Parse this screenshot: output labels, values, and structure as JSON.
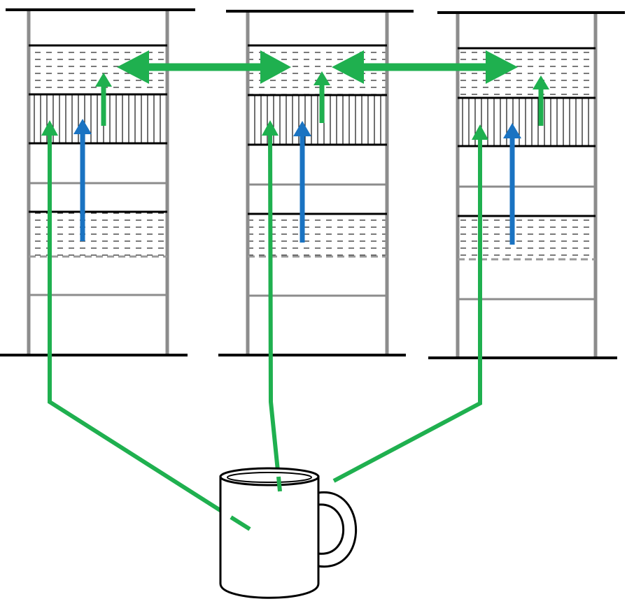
{
  "colors": {
    "background": "#ffffff",
    "frame_line": "#000000",
    "rail": "#8c8c8c",
    "green_path": "#1fb04f",
    "blue_arrow": "#1a73c2",
    "dashed_fill": "#333333",
    "hatch": "#111111",
    "cup_fill": "#ffffff"
  },
  "diagram": {
    "columns": [
      {
        "id": "column-1"
      },
      {
        "id": "column-2"
      },
      {
        "id": "column-3"
      }
    ],
    "layers_per_column": [
      "top-dashed-layer",
      "vertical-hatched-layer",
      "empty-band",
      "lower-dashed-layer",
      "bottom-empty-band"
    ],
    "connectors": [
      {
        "id": "link-1-2",
        "type": "bidirectional"
      },
      {
        "id": "link-2-3",
        "type": "bidirectional"
      }
    ],
    "source": {
      "id": "mug",
      "icon": "mug-icon"
    }
  }
}
